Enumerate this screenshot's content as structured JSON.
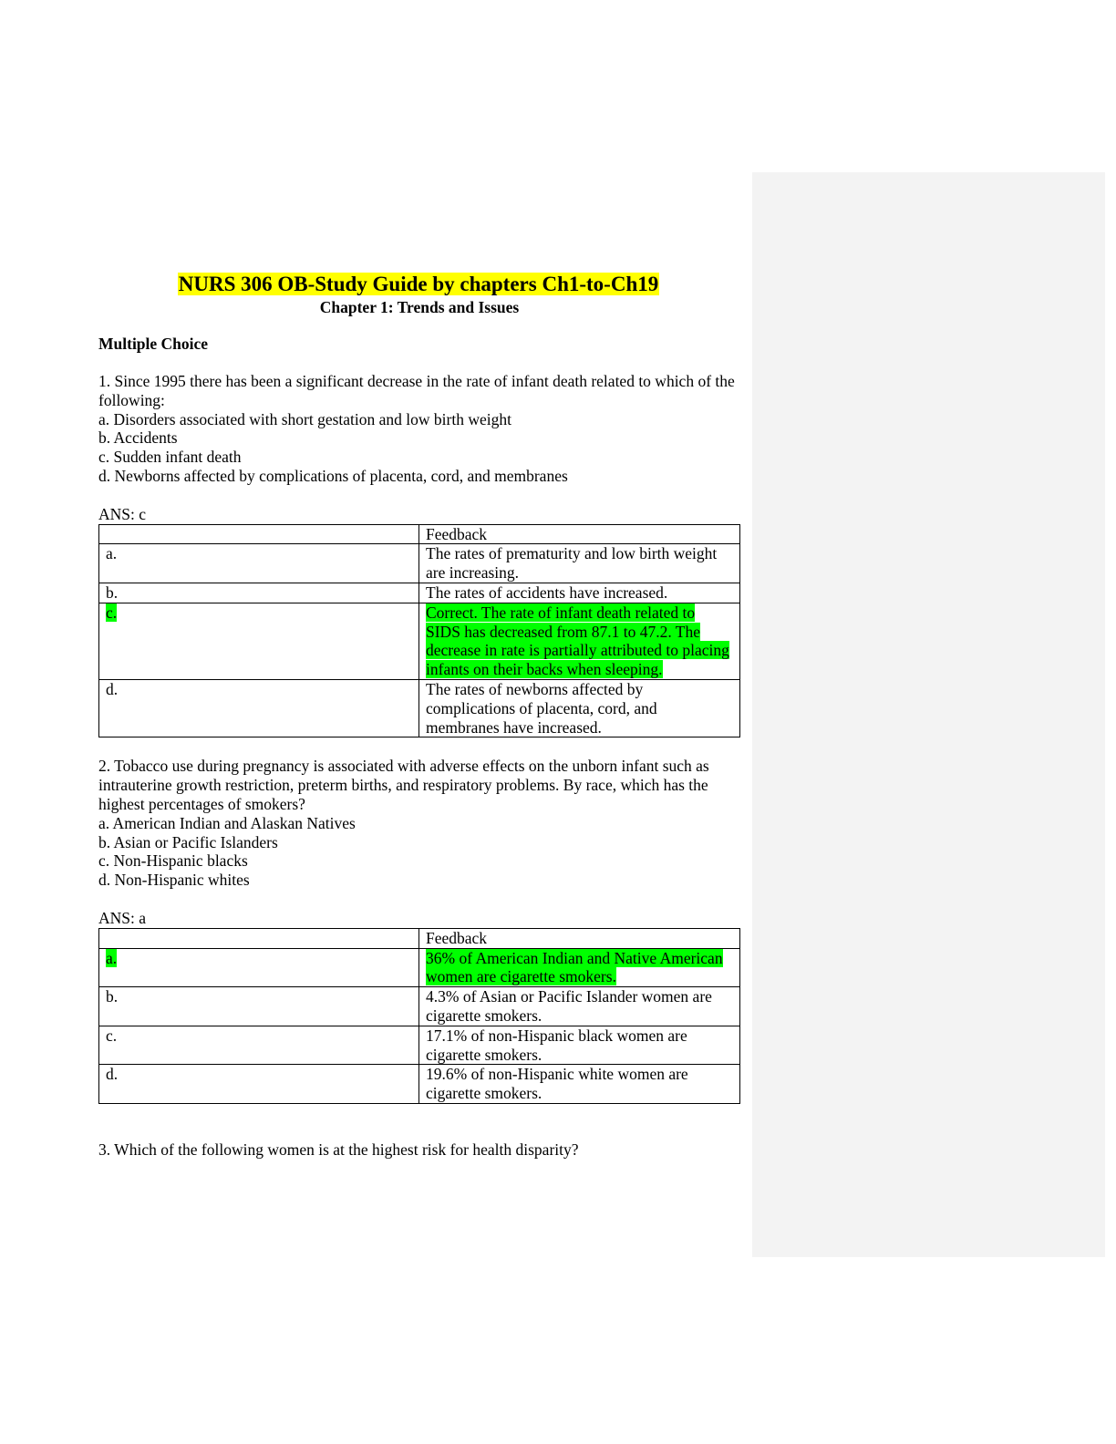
{
  "document": {
    "title": "NURS 306 OB-Study Guide by chapters Ch1-to-Ch19",
    "subtitle": "Chapter 1: Trends and Issues",
    "section_heading": "Multiple Choice",
    "feedback_header": "Feedback",
    "highlight_colors": {
      "title": "#ffff00",
      "correct_answer": "#00ff00"
    }
  },
  "questions": [
    {
      "stem": "1. Since 1995 there has been a significant decrease in the rate of infant death related to which of the following:",
      "options": [
        "a. Disorders associated with short gestation and low birth weight",
        "b. Accidents",
        "c. Sudden infant death",
        "d. Newborns affected by complications of placenta, cord, and membranes"
      ],
      "answer": "ANS: c",
      "feedback": [
        {
          "letter": "a.",
          "text": "The rates of prematurity and low birth weight are increasing.",
          "correct": false
        },
        {
          "letter": "b.",
          "text": "The rates of accidents have increased.",
          "correct": false
        },
        {
          "letter": "c.",
          "text": "Correct. The rate of infant death related to SIDS has decreased from 87.1 to 47.2. The decrease in rate is partially attributed to placing infants on their backs when sleeping.",
          "correct": true
        },
        {
          "letter": "d.",
          "text": "The rates of newborns affected by complications of placenta, cord, and membranes have increased.",
          "correct": false
        }
      ]
    },
    {
      "stem": "2. Tobacco use during pregnancy is associated with adverse effects on the unborn infant such as intrauterine growth restriction, preterm births, and respiratory problems. By race, which has the highest percentages of smokers?",
      "options": [
        "a. American Indian and Alaskan Natives",
        "b. Asian or Pacific Islanders",
        "c. Non-Hispanic blacks",
        "d. Non-Hispanic whites"
      ],
      "answer": "ANS: a",
      "feedback": [
        {
          "letter": "a.",
          "text": "36% of American Indian and Native American women are cigarette smokers.",
          "correct": true
        },
        {
          "letter": "b.",
          "text": "4.3% of Asian or Pacific Islander women are cigarette smokers.",
          "correct": false
        },
        {
          "letter": "c.",
          "text": "17.1% of non-Hispanic black women are cigarette smokers.",
          "correct": false
        },
        {
          "letter": "d.",
          "text": "19.6% of non-Hispanic white women are cigarette smokers.",
          "correct": false
        }
      ]
    },
    {
      "stem": "3. Which of the following women is at the highest risk for health disparity?"
    }
  ]
}
